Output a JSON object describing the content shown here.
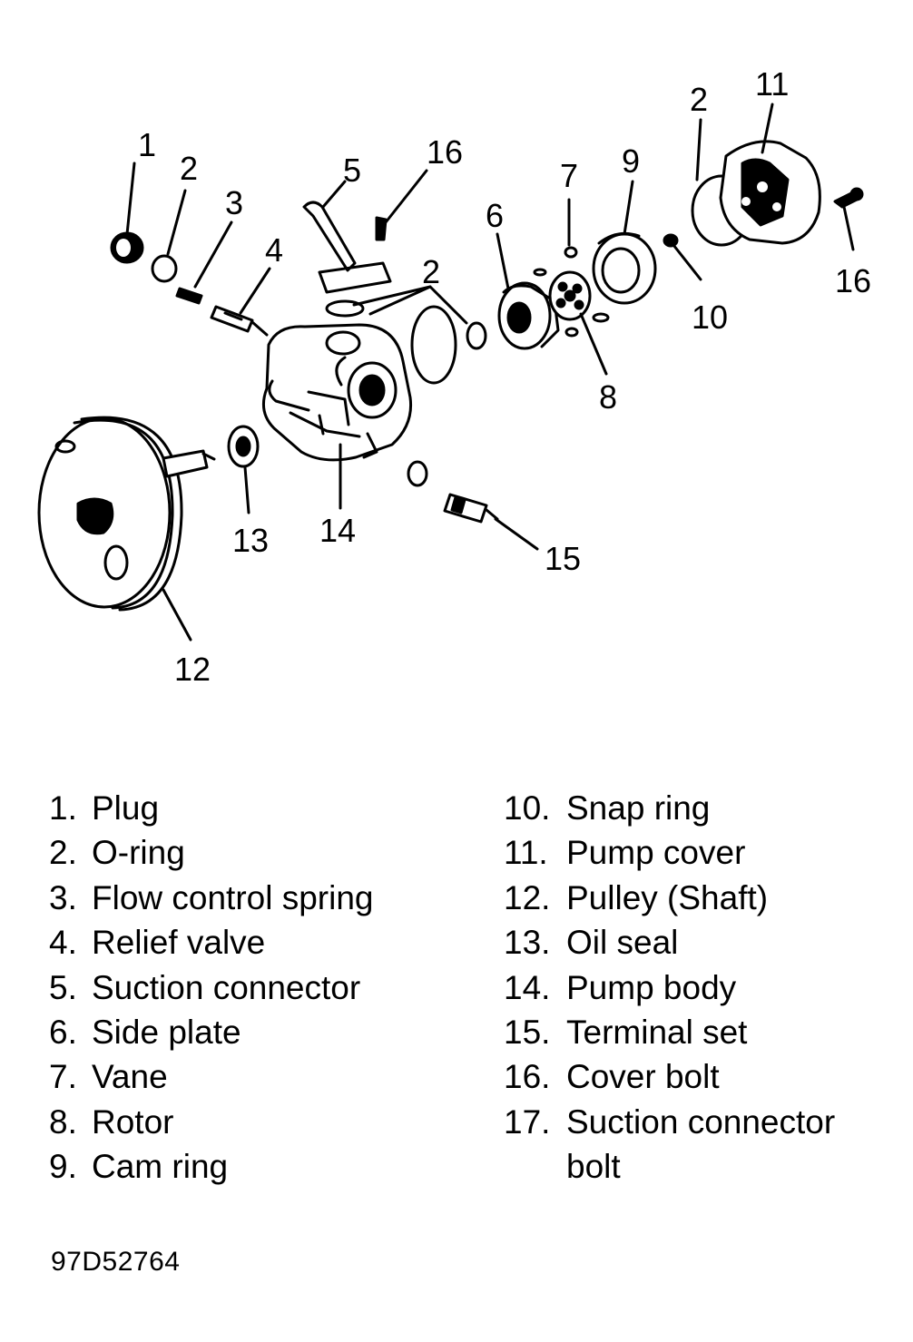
{
  "callouts": {
    "c1": "1",
    "c2a": "2",
    "c3": "3",
    "c4": "4",
    "c5": "5",
    "c16a": "16",
    "c2b": "2",
    "c6": "6",
    "c7": "7",
    "c9": "9",
    "c2c": "2",
    "c11": "11",
    "c16b": "16",
    "c10": "10",
    "c8": "8",
    "c13": "13",
    "c14": "14",
    "c15": "15",
    "c12": "12"
  },
  "legend": {
    "left": [
      {
        "num": "1.",
        "label": "Plug"
      },
      {
        "num": "2.",
        "label": "O-ring"
      },
      {
        "num": "3.",
        "label": "Flow control spring"
      },
      {
        "num": "4.",
        "label": "Relief valve"
      },
      {
        "num": "5.",
        "label": "Suction connector"
      },
      {
        "num": "6.",
        "label": "Side plate"
      },
      {
        "num": "7.",
        "label": "Vane"
      },
      {
        "num": "8.",
        "label": "Rotor"
      },
      {
        "num": "9.",
        "label": "Cam ring"
      }
    ],
    "right": [
      {
        "num": "10.",
        "label": "Snap ring"
      },
      {
        "num": "11.",
        "label": "Pump cover"
      },
      {
        "num": "12.",
        "label": "Pulley (Shaft)"
      },
      {
        "num": "13.",
        "label": "Oil seal"
      },
      {
        "num": "14.",
        "label": "Pump body"
      },
      {
        "num": "15.",
        "label": "Terminal set"
      },
      {
        "num": "16.",
        "label": "Cover bolt"
      },
      {
        "num": "17.",
        "label": "Suction connector\nbolt"
      }
    ]
  },
  "figure_code": "97D52764"
}
